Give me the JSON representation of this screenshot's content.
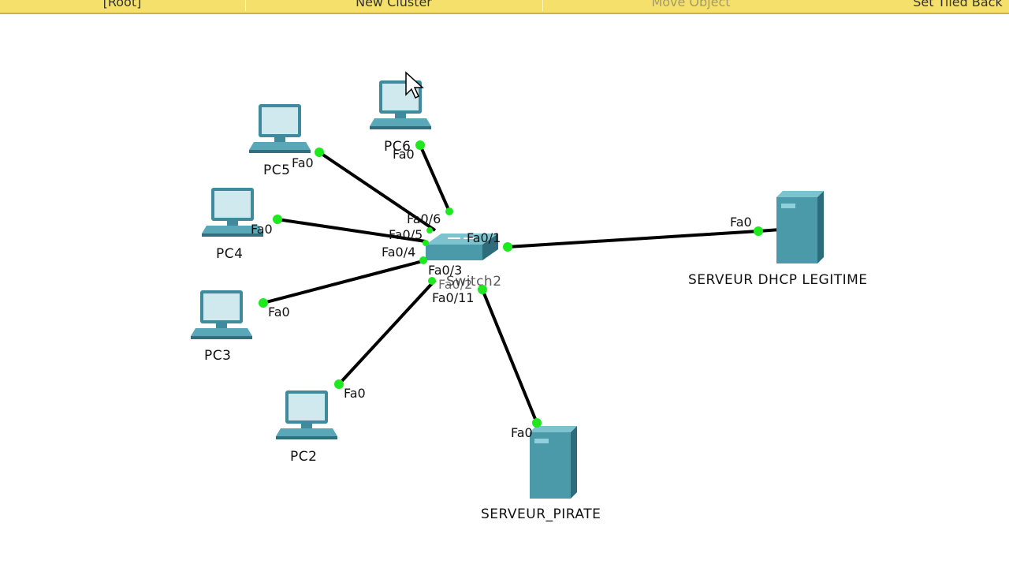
{
  "toolbar": {
    "root": "[Root]",
    "new_cluster": "New Cluster",
    "move_object": "Move Object",
    "set_tiled_background": "Set Tiled Back"
  },
  "colors": {
    "toolbar_bg": "#f4e06a",
    "link": "#000000",
    "port_up": "#1ee81e",
    "device": "#4a9aaa"
  },
  "devices": {
    "pc6": "PC6",
    "pc5": "PC5",
    "pc4": "PC4",
    "pc3": "PC3",
    "pc2": "PC2",
    "switch": "Switch2",
    "dhcp_legit": "SERVEUR  DHCP  LEGITIME",
    "dhcp_pirate": "SERVEUR_PIRATE"
  },
  "ports": {
    "pc6_fa0": "Fa0",
    "pc5_fa0": "Fa0",
    "pc4_fa0": "Fa0",
    "pc3_fa0": "Fa0",
    "pc2_fa0": "Fa0",
    "legit_fa0": "Fa0",
    "pirate_fa0": "Fa0",
    "sw_fa0_1": "Fa0/1",
    "sw_fa0_2": "Fa0/2",
    "sw_fa0_3": "Fa0/3",
    "sw_fa0_4": "Fa0/4",
    "sw_fa0_5": "Fa0/5",
    "sw_fa0_6": "Fa0/6",
    "sw_fa0_11": "Fa0/11"
  },
  "icons": {
    "pc": "pc-icon",
    "switch": "switch-icon",
    "server": "server-icon",
    "cursor": "mouse-cursor-icon"
  }
}
